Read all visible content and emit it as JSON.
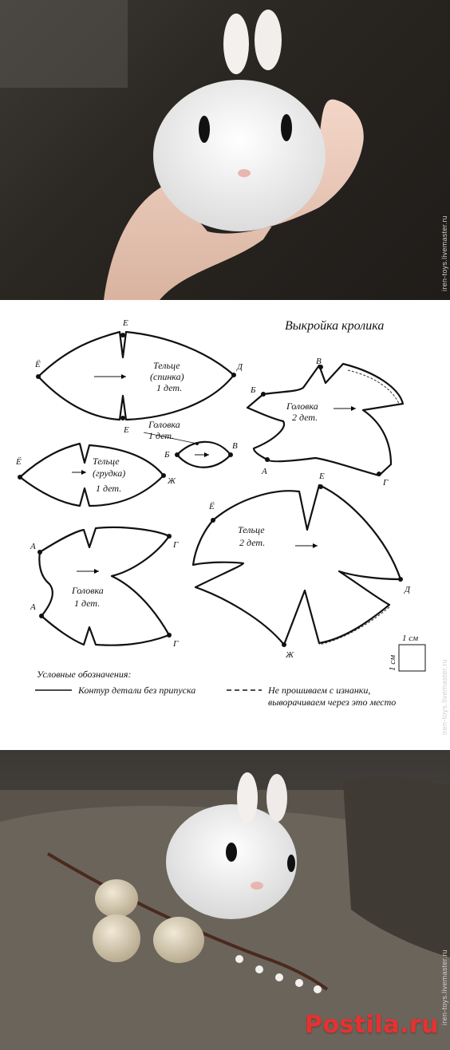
{
  "watermark": "iren-toys.livemaster.ru",
  "pattern": {
    "title": "Выкройка кролика",
    "pieces": {
      "back_body": [
        "Тельце",
        "(спинка)",
        "1 дет."
      ],
      "head_side": [
        "Головка",
        "2 дет."
      ],
      "small_head": [
        "Головка",
        "1 дет."
      ],
      "chest_body": [
        "Тельце",
        "(грудка)",
        "1 дет."
      ],
      "head_front": [
        "Головка",
        "1 дет."
      ],
      "body_side": [
        "Тельце",
        "2 дет."
      ]
    },
    "points": {
      "E": "Е",
      "YO": "Ё",
      "D": "Д",
      "V": "В",
      "B": "Б",
      "A": "А",
      "G": "Г",
      "ZH": "Ж"
    },
    "scale_label": "1 см",
    "legend_title": "Условные обозначения:",
    "legend_solid": "Контур детали без припуска",
    "legend_dashed_1": "Не прошиваем с изнанки,",
    "legend_dashed_2": "выворачиваем через это место"
  },
  "logo_text": "Postila.ru",
  "colors": {
    "logo": "#e8312f"
  }
}
